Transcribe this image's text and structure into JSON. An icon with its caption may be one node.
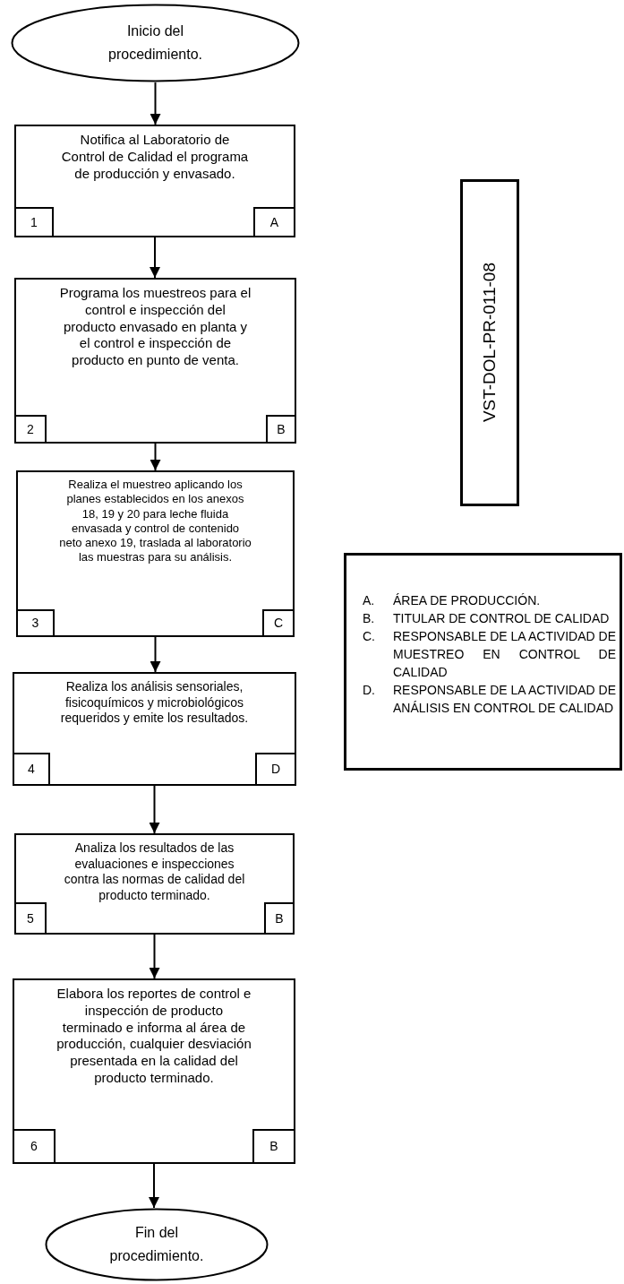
{
  "diagram": {
    "nodes": [
      {
        "text": [
          "Inicio del procedimiento."
        ]
      },
      {
        "text": [
          "Notifica al Laboratorio de Control de Calidad el programa de producción y envasado."
        ]
      },
      {
        "text": [
          "1"
        ],
        "in": 1
      },
      {
        "text": [
          "A"
        ],
        "in": 1
      },
      {
        "text": [
          "Programa los muestreos para el control e inspección del producto envasado en planta y el control e inspección de producto en punto de venta."
        ]
      },
      {
        "text": [
          "2"
        ],
        "in": 4
      },
      {
        "text": [
          "B"
        ],
        "in": 4
      },
      {
        "text": [
          "Realiza el muestreo aplicando los planes establecidos en los anexos 18, 19 y 20 para leche fluida envasada y control de contenido neto anexo 19, traslada al laboratorio las muestras para su análisis."
        ]
      },
      {
        "text": [
          "3"
        ],
        "in": 7
      },
      {
        "text": [
          "C"
        ],
        "in": 7
      },
      {
        "text": [
          "Realiza los análisis sensoriales, fisicoquímicos y microbiológicos requeridos y emite los resultados."
        ]
      },
      {
        "text": [
          "4"
        ],
        "in": 10
      },
      {
        "text": [
          "D"
        ],
        "in": 10
      },
      {
        "text": [
          "Analiza los resultados de las evaluaciones e inspecciones contra las normas de calidad del producto terminado."
        ]
      },
      {
        "text": [
          "5"
        ],
        "in": 13
      },
      {
        "text": [
          "B"
        ],
        "in": 13
      },
      {
        "text": [
          "Elabora los reportes de control e inspección de producto terminado e informa al área de producción, cualquier desviación presentada en la calidad del producto terminado."
        ]
      },
      {
        "text": [
          "6"
        ],
        "in": 16
      },
      {
        "text": [
          "B"
        ],
        "in": 16
      },
      {
        "text": [
          "Fin del procedimiento."
        ]
      },
      {
        "text": [
          "VST-DOL-PR-011-08"
        ]
      },
      {
        "text": [
          "A.",
          "ÁREA DE PRODUCCIÓN.",
          "B.",
          "TITULAR DE CONTROL DE CALIDAD",
          "C.",
          "RESPONSABLE DE LA ACTIVIDAD DE MUESTREO EN CONTROL DE CALIDAD",
          "D.",
          "RESPONSABLE DE LA ACTIVIDAD DE ANÁLISIS EN CONTROL DE CALIDAD"
        ]
      }
    ],
    "edges": [
      {
        "from": 0,
        "to": 1,
        "arrow": "to"
      },
      {
        "from": 1,
        "to": 4,
        "arrow": "to"
      },
      {
        "from": 4,
        "to": 7,
        "arrow": "to"
      },
      {
        "from": 7,
        "to": 10,
        "arrow": "to"
      },
      {
        "from": 10,
        "to": 13,
        "arrow": "to"
      },
      {
        "from": 13,
        "to": 16,
        "arrow": "to"
      },
      {
        "from": 16,
        "to": 19,
        "arrow": "to"
      }
    ]
  }
}
